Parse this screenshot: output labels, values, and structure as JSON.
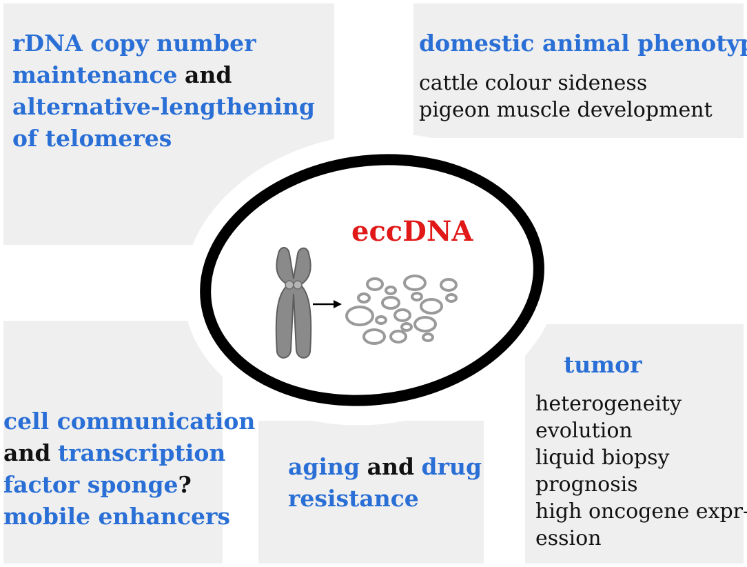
{
  "panels": {
    "rdna": {
      "line1": "rDNA copy number",
      "line2a": "maintenance",
      "line2b": "and",
      "line3": "alternative-lengthening",
      "line4": "of telomeres"
    },
    "domestic": {
      "title": "domestic animal phenotypes",
      "items": [
        "cattle colour sideness",
        "pigeon muscle development"
      ]
    },
    "cell": {
      "line1": "cell communication",
      "line2a": "and",
      "line2b": "transcription",
      "line3a": "factor sponge",
      "line3b": "?",
      "line4": "mobile enhancers"
    },
    "aging": {
      "line1a": "aging",
      "line1b": "and",
      "line1c": "drug",
      "line2": "resistance"
    },
    "tumor": {
      "title": "tumor",
      "items": [
        "heterogeneity",
        "evolution",
        "liquid biopsy",
        "prognosis",
        "high oncogene expr-",
        "ession"
      ]
    }
  },
  "center": {
    "title": "eccDNA"
  },
  "colors": {
    "panel": "#efefef",
    "blue_text": "#2a6fd6",
    "black_text": "#111111",
    "title_red": "#e01818",
    "ring": "#000000",
    "chromosome": "#8a8a8a",
    "circles": "#9a9a9a"
  },
  "icons": [
    "chromosome-icon",
    "arrow-right-icon",
    "eccdna-circles-icon"
  ]
}
